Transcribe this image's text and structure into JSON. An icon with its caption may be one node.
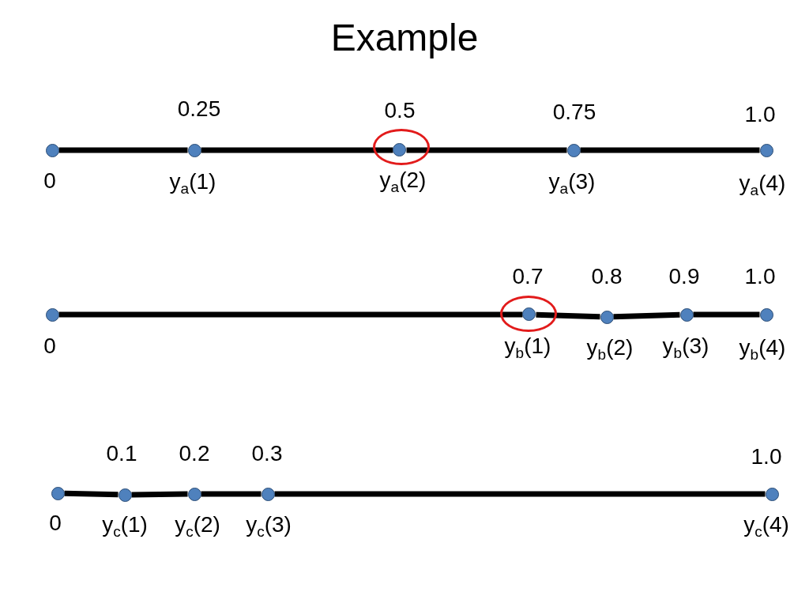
{
  "diagram": {
    "title": "Example",
    "nodes": [
      {
        "text": [],
        "shape": "circle",
        "beside": [
          "0"
        ]
      },
      {
        "text": [],
        "shape": "circle",
        "beside": [
          "0.25",
          "y$_{a}$(1)"
        ]
      },
      {
        "text": [],
        "shape": "ellipse"
      },
      {
        "text": [],
        "shape": "circle",
        "in": 2,
        "beside": [
          "0.5",
          "y$_{a}$(2)"
        ]
      },
      {
        "text": [],
        "shape": "circle",
        "beside": [
          "0.75",
          "y$_{a}$(3)"
        ]
      },
      {
        "text": [],
        "shape": "circle",
        "beside": [
          "1.0",
          "y$_{a}$(4)"
        ]
      },
      {
        "text": [],
        "shape": "circle",
        "beside": [
          "0"
        ]
      },
      {
        "text": [],
        "shape": "ellipse"
      },
      {
        "text": [],
        "shape": "circle",
        "in": 7,
        "beside": [
          "0.7",
          "y$_{b}$(1)"
        ]
      },
      {
        "text": [],
        "shape": "circle",
        "beside": [
          "0.8",
          "y$_{b}$(2)"
        ]
      },
      {
        "text": [],
        "shape": "circle",
        "beside": [
          "0.9",
          "y$_{b}$(3)"
        ]
      },
      {
        "text": [],
        "shape": "circle",
        "beside": [
          "1.0",
          "y$_{b}$(4)"
        ]
      },
      {
        "text": [],
        "shape": "circle",
        "beside": [
          "0"
        ]
      },
      {
        "text": [],
        "shape": "circle",
        "beside": [
          "0.1",
          "y$_{c}$(1)"
        ]
      },
      {
        "text": [],
        "shape": "circle",
        "beside": [
          "0.2",
          "y$_{c}$(2)"
        ]
      },
      {
        "text": [],
        "shape": "circle",
        "beside": [
          "0.3",
          "y$_{c}$(3)"
        ]
      },
      {
        "text": [],
        "shape": "circle",
        "beside": [
          "1.0",
          "y$_{c}$(4)"
        ]
      }
    ],
    "edges": [
      {
        "from": 0,
        "to": 1,
        "arrow": "none"
      },
      {
        "from": 1,
        "to": 3,
        "arrow": "none"
      },
      {
        "from": 3,
        "to": 4,
        "arrow": "none"
      },
      {
        "from": 4,
        "to": 5,
        "arrow": "none"
      },
      {
        "from": 6,
        "to": 8,
        "arrow": "none"
      },
      {
        "from": 8,
        "to": 9,
        "arrow": "none"
      },
      {
        "from": 9,
        "to": 10,
        "arrow": "none"
      },
      {
        "from": 10,
        "to": 11,
        "arrow": "none"
      },
      {
        "from": 12,
        "to": 13,
        "arrow": "none"
      },
      {
        "from": 13,
        "to": 14,
        "arrow": "none"
      },
      {
        "from": 14,
        "to": 15,
        "arrow": "none"
      },
      {
        "from": 15,
        "to": 16,
        "arrow": "none"
      }
    ]
  }
}
